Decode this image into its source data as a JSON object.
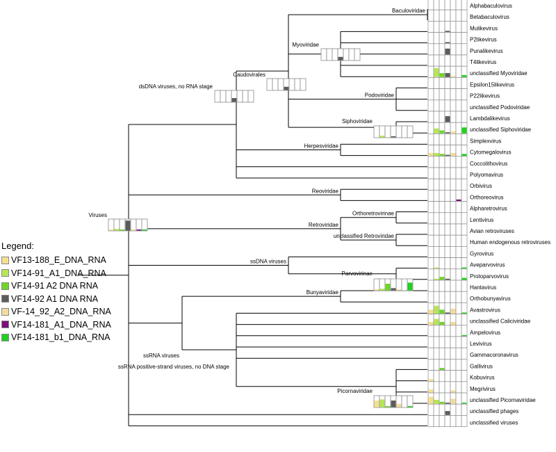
{
  "legend": {
    "title": "Legend:",
    "samples": [
      {
        "name": "VF13-188_E_DNA_RNA",
        "color": "#f5e08f"
      },
      {
        "name": "VF14-91_A1_DNA_RNA",
        "color": "#b5e655"
      },
      {
        "name": "VF14-91  A2  DNA  RNA",
        "color": "#6fd62a"
      },
      {
        "name": "VF14-92  A1  DNA  RNA",
        "color": "#5c5c5c"
      },
      {
        "name": "VF-14_92_A2_DNA_RNA",
        "color": "#f2dc9b"
      },
      {
        "name": "VF14-181_A1_DNA_RNA",
        "color": "#7a0f7a"
      },
      {
        "name": "VF14-181_b1_DNA_RNA",
        "color": "#20d020"
      }
    ]
  },
  "tree": {
    "internal": [
      {
        "id": "Viruses",
        "label": "Viruses",
        "children": [
          "dsDNA",
          "Reoviridae",
          "Retroviridae",
          "ssDNA",
          "ssRNA",
          "unclassified phages",
          "unclassified viruses"
        ],
        "bars": [
          0.05,
          0.15,
          0.02,
          0.9,
          0.05,
          0.05,
          0.1
        ]
      },
      {
        "id": "dsDNA",
        "label": "dsDNA viruses, no RNA stage",
        "children": [
          "Caudovirales",
          "Herpesviridae",
          "Coccolithovirus",
          "Polyomavirus"
        ],
        "bars": [
          0,
          0,
          0,
          0.35,
          0,
          0,
          0
        ]
      },
      {
        "id": "Caudovirales",
        "label": "Caudovirales",
        "children": [
          "Baculoviridae",
          "Myoviridae",
          "Podoviridae",
          "Siphoviridae"
        ],
        "bars": [
          0,
          0,
          0,
          0.3,
          0,
          0,
          0
        ]
      },
      {
        "id": "Baculoviridae",
        "label": "Baculoviridae",
        "children": [
          "Alphabaculovirus",
          "Betabaculovirus"
        ]
      },
      {
        "id": "Myoviridae",
        "label": "Myoviridae",
        "children": [
          "Mulikevirus",
          "P2likevirus",
          "Punalikevirus",
          "T4likevirus",
          "unclassified Myoviridae"
        ],
        "bars": [
          0,
          0,
          0,
          0.3,
          0,
          0,
          0
        ]
      },
      {
        "id": "Podoviridae",
        "label": "Podoviridae",
        "children": [
          "Epsilon15likevirus",
          "P22likevirus",
          "unclassified Podoviridae"
        ]
      },
      {
        "id": "Siphoviridae",
        "label": "Siphoviridae",
        "children": [
          "Lambdalikevirus",
          "unclassified Siphoviridae"
        ],
        "bars": [
          0,
          0.15,
          0,
          0.05,
          0,
          0,
          0
        ]
      },
      {
        "id": "Herpesviridae",
        "label": "Herpesviridae",
        "children": [
          "Simplexvirus",
          "Cytomegalovirus"
        ]
      },
      {
        "id": "Reoviridae",
        "label": "Reoviridae",
        "children": [
          "Orbivirus",
          "Orthoreovirus"
        ]
      },
      {
        "id": "Retroviridae",
        "label": "Retroviridae",
        "children": [
          "Orthoretrovirinae",
          "unclassified Retroviridae"
        ]
      },
      {
        "id": "Orthoretrovirinae",
        "label": "Orthoretrovirinae",
        "children": [
          "Alpharetrovirus",
          "Lentivirus"
        ]
      },
      {
        "id": "unclassified Retroviridae",
        "label": "unclassified Retroviridae",
        "children": [
          "Avian retroviruses",
          "Human endogenous retroviruses"
        ]
      },
      {
        "id": "ssDNA",
        "label": "ssDNA viruses",
        "children": [
          "Gyrovirus",
          "Parvovirinae"
        ]
      },
      {
        "id": "Parvovirinae",
        "label": "Parvovirinae",
        "children": [
          "Aveparvovirus",
          "Protoparvovirus"
        ],
        "bars": [
          0.1,
          0.15,
          0.6,
          0.2,
          0.1,
          0,
          0.7
        ]
      },
      {
        "id": "ssRNA",
        "label": "ssRNA viruses",
        "children": [
          "Bunyaviridae",
          "ssRNApos"
        ]
      },
      {
        "id": "Bunyaviridae",
        "label": "Bunyaviridae",
        "children": [
          "Hantavirus",
          "Orthobunyavirus"
        ]
      },
      {
        "id": "ssRNApos",
        "label": "ssRNA positive-strand viruses, no DNA stage",
        "children": [
          "Avastrovirus",
          "unclassified Caliciviridae",
          "Ampelovirus",
          "Levivirus",
          "Gammacoronavirus",
          "Picornaviridae"
        ]
      },
      {
        "id": "Picornaviridae",
        "label": "Picornaviridae",
        "children": [
          "Gallivirus",
          "Kobuvirus",
          "Megrivirus",
          "unclassified Picornaviridae"
        ],
        "bars": [
          0.6,
          0.7,
          0.1,
          0.6,
          0.3,
          0,
          0.05
        ]
      }
    ],
    "leaves": [
      {
        "label": "Alphabaculovirus",
        "bars": [
          0,
          0,
          0,
          0,
          0,
          0,
          0
        ]
      },
      {
        "label": "Betabaculovirus",
        "bars": [
          0,
          0,
          0,
          0,
          0,
          0,
          0
        ]
      },
      {
        "label": "Mulikevirus",
        "bars": [
          0,
          0,
          0,
          0.1,
          0,
          0,
          0
        ]
      },
      {
        "label": "P2likevirus",
        "bars": [
          0,
          0,
          0,
          0.1,
          0,
          0,
          0
        ]
      },
      {
        "label": "Punalikevirus",
        "bars": [
          0,
          0,
          0,
          0.6,
          0,
          0,
          0
        ]
      },
      {
        "label": "T4likevirus",
        "bars": [
          0,
          0,
          0,
          0,
          0,
          0,
          0
        ]
      },
      {
        "label": "unclassified Myoviridae",
        "bars": [
          0,
          0.9,
          0.4,
          0.4,
          0.1,
          0,
          0.2
        ]
      },
      {
        "label": "Epsilon15likevirus",
        "bars": [
          0,
          0,
          0,
          0,
          0,
          0,
          0
        ]
      },
      {
        "label": "P22likevirus",
        "bars": [
          0,
          0,
          0,
          0,
          0,
          0,
          0
        ]
      },
      {
        "label": "unclassified Podoviridae",
        "bars": [
          0,
          0,
          0,
          0,
          0,
          0,
          0
        ]
      },
      {
        "label": "Lambdalikevirus",
        "bars": [
          0,
          0,
          0,
          0.6,
          0,
          0,
          0
        ]
      },
      {
        "label": "unclassified Siphoviridae",
        "bars": [
          0,
          0.5,
          0.3,
          0.1,
          0.2,
          0,
          0.6
        ]
      },
      {
        "label": "Simplexvirus",
        "bars": [
          0,
          0,
          0,
          0,
          0,
          0,
          0
        ]
      },
      {
        "label": "Cytomegalovirus",
        "bars": [
          0.3,
          0.3,
          0.2,
          0.1,
          0.3,
          0,
          0.2
        ]
      },
      {
        "label": "Coccolithovirus",
        "bars": [
          0,
          0,
          0,
          0,
          0,
          0,
          0
        ]
      },
      {
        "label": "Polyomavirus",
        "bars": [
          0,
          0,
          0,
          0,
          0,
          0,
          0
        ]
      },
      {
        "label": "Orbivirus",
        "bars": [
          0,
          0,
          0,
          0,
          0,
          0,
          0
        ]
      },
      {
        "label": "Orthoreovirus",
        "bars": [
          0,
          0,
          0,
          0,
          0,
          0.15,
          0
        ]
      },
      {
        "label": "Alpharetrovirus",
        "bars": [
          0,
          0,
          0,
          0,
          0,
          0,
          0
        ]
      },
      {
        "label": "Lentivirus",
        "bars": [
          0,
          0,
          0,
          0,
          0,
          0,
          0
        ]
      },
      {
        "label": "Avian retroviruses",
        "bars": [
          0,
          0,
          0,
          0,
          0,
          0,
          0
        ]
      },
      {
        "label": "Human endogenous retroviruses",
        "bars": [
          0,
          0,
          0,
          0,
          0,
          0,
          0
        ]
      },
      {
        "label": "Gyrovirus",
        "bars": [
          0,
          0,
          0,
          0,
          0,
          0,
          0
        ]
      },
      {
        "label": "Aveparvovirus",
        "bars": [
          0,
          0.1,
          0,
          0,
          0,
          0,
          0.1
        ]
      },
      {
        "label": "Protoparvovirus",
        "bars": [
          0,
          0.1,
          0.3,
          0.1,
          0,
          0,
          0.2
        ]
      },
      {
        "label": "Hantavirus",
        "bars": [
          0,
          0,
          0,
          0,
          0,
          0,
          0
        ]
      },
      {
        "label": "Orthobunyavirus",
        "bars": [
          0,
          0,
          0,
          0,
          0,
          0,
          0
        ]
      },
      {
        "label": "Avastrovirus",
        "bars": [
          0.4,
          0.8,
          0.4,
          0.1,
          0.5,
          0,
          0.1
        ]
      },
      {
        "label": "unclassified Caliciviridae",
        "bars": [
          0.3,
          0.6,
          0.3,
          0,
          0.3,
          0,
          0
        ]
      },
      {
        "label": "Ampelovirus",
        "bars": [
          0,
          0,
          0,
          0,
          0,
          0,
          0.1
        ]
      },
      {
        "label": "Levivirus",
        "bars": [
          0,
          0,
          0,
          0,
          0,
          0,
          0
        ]
      },
      {
        "label": "Gammacoronavirus",
        "bars": [
          0,
          0,
          0,
          0,
          0,
          0,
          0
        ]
      },
      {
        "label": "Gallivirus",
        "bars": [
          0,
          0,
          0.2,
          0,
          0,
          0,
          0
        ]
      },
      {
        "label": "Kobuvirus",
        "bars": [
          0.2,
          0,
          0,
          0,
          0,
          0,
          0
        ]
      },
      {
        "label": "Megrivirus",
        "bars": [
          0.3,
          0,
          0,
          0,
          0.2,
          0,
          0
        ]
      },
      {
        "label": "unclassified Picornaviridae",
        "bars": [
          0.7,
          0.4,
          0.2,
          0.1,
          0.5,
          0,
          0.1
        ]
      },
      {
        "label": "unclassified phages",
        "bars": [
          0,
          0,
          0,
          0.4,
          0,
          0,
          0
        ]
      },
      {
        "label": "unclassified viruses",
        "bars": [
          0,
          0,
          0,
          0,
          0,
          0,
          0
        ]
      }
    ]
  }
}
